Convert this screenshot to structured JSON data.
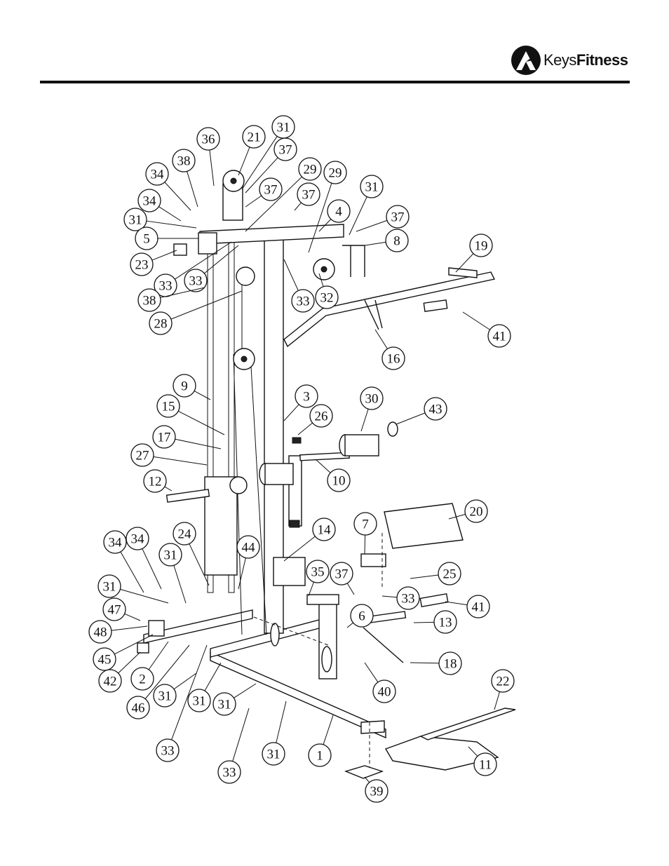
{
  "header": {
    "brand_name_light": "Keys",
    "brand_name_bold": "Fitness",
    "brand_mark_icon": "keysfitness-logo-icon",
    "rule_color": "#111111"
  },
  "callouts": [
    {
      "id": "c-36",
      "label": "36"
    },
    {
      "id": "c-21",
      "label": "21"
    },
    {
      "id": "c-31a",
      "label": "31"
    },
    {
      "id": "c-38a",
      "label": "38"
    },
    {
      "id": "c-37a",
      "label": "37"
    },
    {
      "id": "c-34a",
      "label": "34"
    },
    {
      "id": "c-29a",
      "label": "29"
    },
    {
      "id": "c-29b",
      "label": "29"
    },
    {
      "id": "c-37b",
      "label": "37"
    },
    {
      "id": "c-34b",
      "label": "34"
    },
    {
      "id": "c-37c",
      "label": "37"
    },
    {
      "id": "c-31b",
      "label": "31"
    },
    {
      "id": "c-4",
      "label": "4"
    },
    {
      "id": "c-31c",
      "label": "31"
    },
    {
      "id": "c-5",
      "label": "5"
    },
    {
      "id": "c-37d",
      "label": "37"
    },
    {
      "id": "c-8",
      "label": "8"
    },
    {
      "id": "c-23",
      "label": "23"
    },
    {
      "id": "c-19",
      "label": "19"
    },
    {
      "id": "c-33a",
      "label": "33"
    },
    {
      "id": "c-33b",
      "label": "33"
    },
    {
      "id": "c-38b",
      "label": "38"
    },
    {
      "id": "c-33c",
      "label": "33"
    },
    {
      "id": "c-32",
      "label": "32"
    },
    {
      "id": "c-28",
      "label": "28"
    },
    {
      "id": "c-41a",
      "label": "41"
    },
    {
      "id": "c-16",
      "label": "16"
    },
    {
      "id": "c-9",
      "label": "9"
    },
    {
      "id": "c-3",
      "label": "3"
    },
    {
      "id": "c-30",
      "label": "30"
    },
    {
      "id": "c-15",
      "label": "15"
    },
    {
      "id": "c-43",
      "label": "43"
    },
    {
      "id": "c-26",
      "label": "26"
    },
    {
      "id": "c-17",
      "label": "17"
    },
    {
      "id": "c-27",
      "label": "27"
    },
    {
      "id": "c-10",
      "label": "10"
    },
    {
      "id": "c-12",
      "label": "12"
    },
    {
      "id": "c-20",
      "label": "20"
    },
    {
      "id": "c-7",
      "label": "7"
    },
    {
      "id": "c-14",
      "label": "14"
    },
    {
      "id": "c-34c",
      "label": "34"
    },
    {
      "id": "c-34d",
      "label": "34"
    },
    {
      "id": "c-24",
      "label": "24"
    },
    {
      "id": "c-44",
      "label": "44"
    },
    {
      "id": "c-31d",
      "label": "31"
    },
    {
      "id": "c-35",
      "label": "35"
    },
    {
      "id": "c-37e",
      "label": "37"
    },
    {
      "id": "c-25",
      "label": "25"
    },
    {
      "id": "c-31e",
      "label": "31"
    },
    {
      "id": "c-33d",
      "label": "33"
    },
    {
      "id": "c-41b",
      "label": "41"
    },
    {
      "id": "c-47",
      "label": "47"
    },
    {
      "id": "c-6",
      "label": "6"
    },
    {
      "id": "c-13",
      "label": "13"
    },
    {
      "id": "c-48",
      "label": "48"
    },
    {
      "id": "c-45",
      "label": "45"
    },
    {
      "id": "c-18",
      "label": "18"
    },
    {
      "id": "c-42",
      "label": "42"
    },
    {
      "id": "c-2",
      "label": "2"
    },
    {
      "id": "c-40",
      "label": "40"
    },
    {
      "id": "c-22",
      "label": "22"
    },
    {
      "id": "c-31f",
      "label": "31"
    },
    {
      "id": "c-46",
      "label": "46"
    },
    {
      "id": "c-31g",
      "label": "31"
    },
    {
      "id": "c-31h",
      "label": "31"
    },
    {
      "id": "c-33e",
      "label": "33"
    },
    {
      "id": "c-31i",
      "label": "31"
    },
    {
      "id": "c-1",
      "label": "1"
    },
    {
      "id": "c-11",
      "label": "11"
    },
    {
      "id": "c-33f",
      "label": "33"
    },
    {
      "id": "c-39",
      "label": "39"
    }
  ]
}
